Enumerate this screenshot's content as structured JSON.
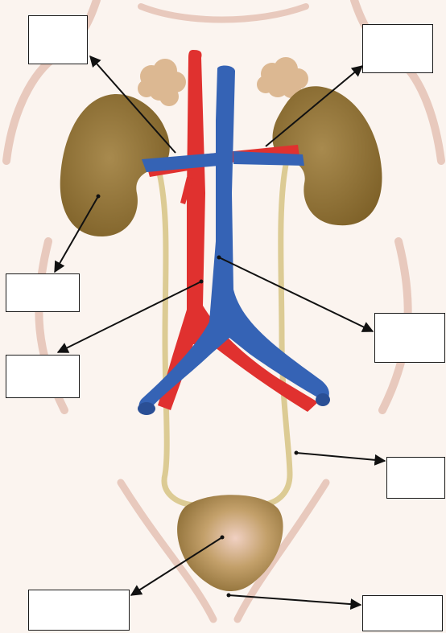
{
  "diagram": {
    "colors": {
      "background": "#fbf4ef",
      "body_outline": "#e8c9bd",
      "kidney": "#9a7a40",
      "adrenal_gland": "#dcb892",
      "artery": "#e0312f",
      "vein": "#3563b5",
      "ureter": "#dccb94",
      "bladder": "#b08f5a",
      "arrow": "#111111"
    },
    "icons": [
      "kidney-left-shape",
      "kidney-right-shape",
      "aorta-shape",
      "vena-cava-shape",
      "ureter-shape",
      "bladder-shape"
    ],
    "labels": {
      "top_left": "",
      "top_right": "",
      "mid_left": "",
      "low_left": "",
      "mid_right": "",
      "low_right": "",
      "bottom_left": "",
      "bottom_right": ""
    }
  }
}
